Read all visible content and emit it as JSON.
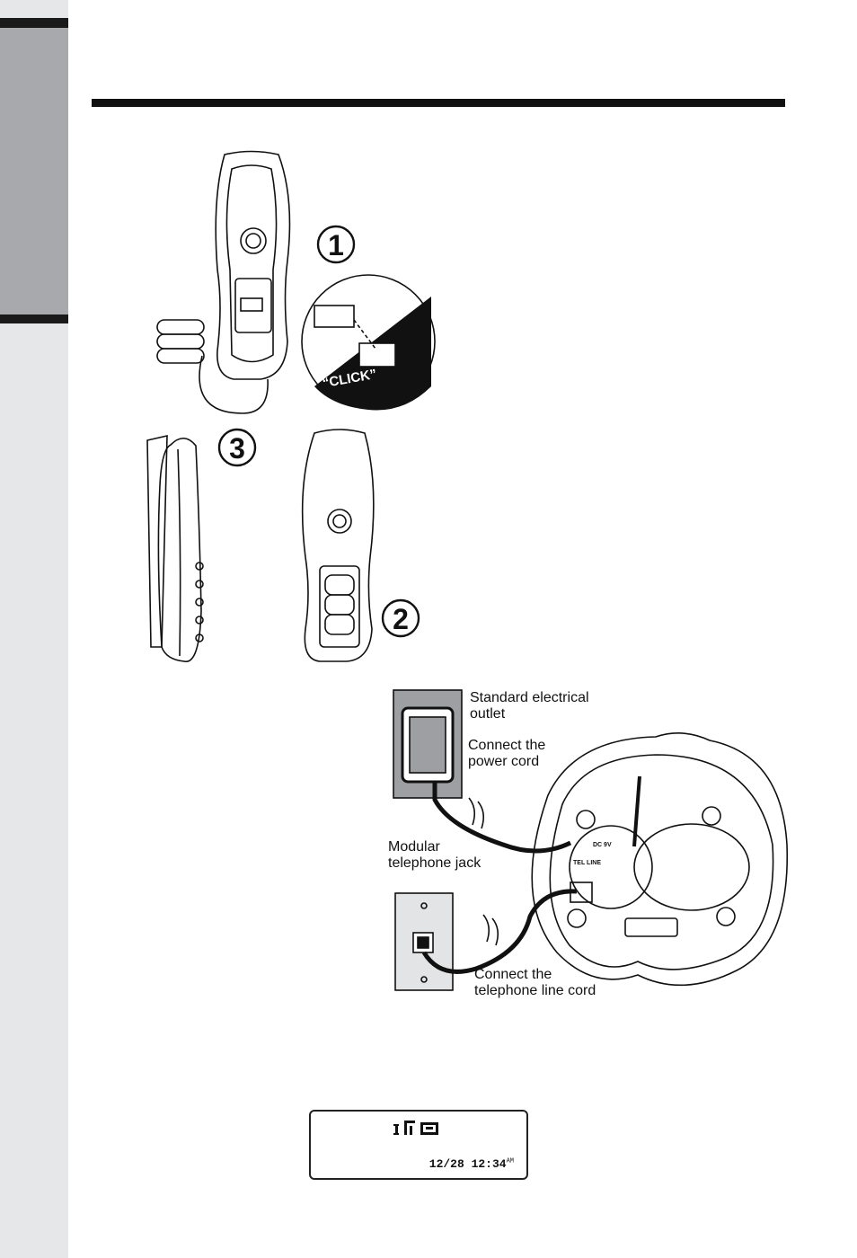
{
  "sidebar": {
    "accent": "#a7a9ac"
  },
  "battery_install": {
    "steps": [
      "1",
      "2",
      "3"
    ],
    "click_label": "“CLICK”"
  },
  "base_connection": {
    "outlet_label": "Standard electrical\noutlet",
    "power_cord_label": "Connect the\npower cord",
    "jack_label": "Modular\ntelephone jack",
    "line_cord_label": "Connect the\ntelephone line cord",
    "jack_text_dc": "DC 9V",
    "jack_text_tel": "TEL LINE"
  },
  "display": {
    "date_time": "12/28 12:34",
    "ampm": "AM"
  }
}
